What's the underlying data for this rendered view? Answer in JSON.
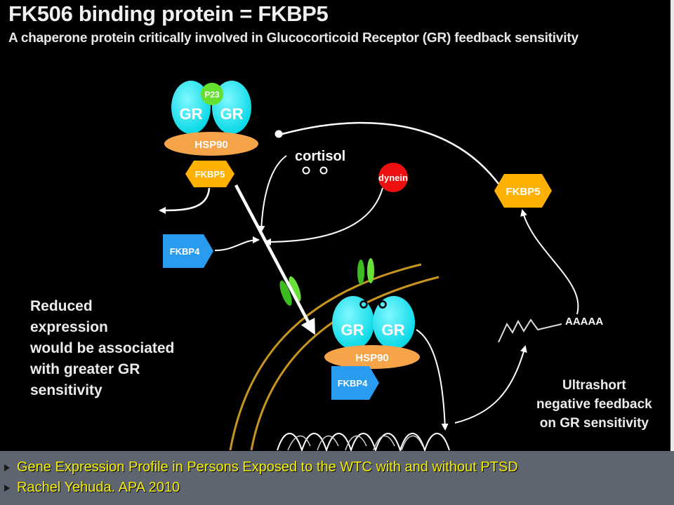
{
  "slide": {
    "title": "FK506 binding protein = FKBP5",
    "subtitle": "A chaperone protein critically involved in Glucocorticoid Receptor (GR) feedback sensitivity"
  },
  "diagram": {
    "top_complex": {
      "p23": "P23",
      "gr_left": "GR",
      "gr_right": "GR",
      "hsp90": "HSP90",
      "fkbp5": "FKBP5"
    },
    "cortisol_label": "cortisol",
    "dynein_label": "dynein",
    "fkbp4_cytoplasm": "FKBP4",
    "fkbp5_right": "FKBP5",
    "nuclear_complex": {
      "gr_left": "GR",
      "gr_right": "GR",
      "hsp90": "HSP90",
      "fkbp4": "FKBP4"
    },
    "polya_label": "AAAAA",
    "left_note": "Reduced\nexpression\nwould be associated\nwith greater GR\nsensitivity",
    "right_note": "Ultrashort\nnegative feedback\non GR sensitivity"
  },
  "colors": {
    "gr": "#00e0e8",
    "hsp90": "#f5a44a",
    "fkbp5": "#ffb000",
    "fkbp4": "#2a9cf0",
    "p23": "#66e030",
    "dynein": "#ee1010",
    "membrane": "#c8961e",
    "footer_text": "#f4f000"
  },
  "footer": {
    "line1": "Gene Expression Profile in Persons Exposed to the WTC with and without PTSD",
    "line2": "Rachel Yehuda. APA 2010"
  }
}
